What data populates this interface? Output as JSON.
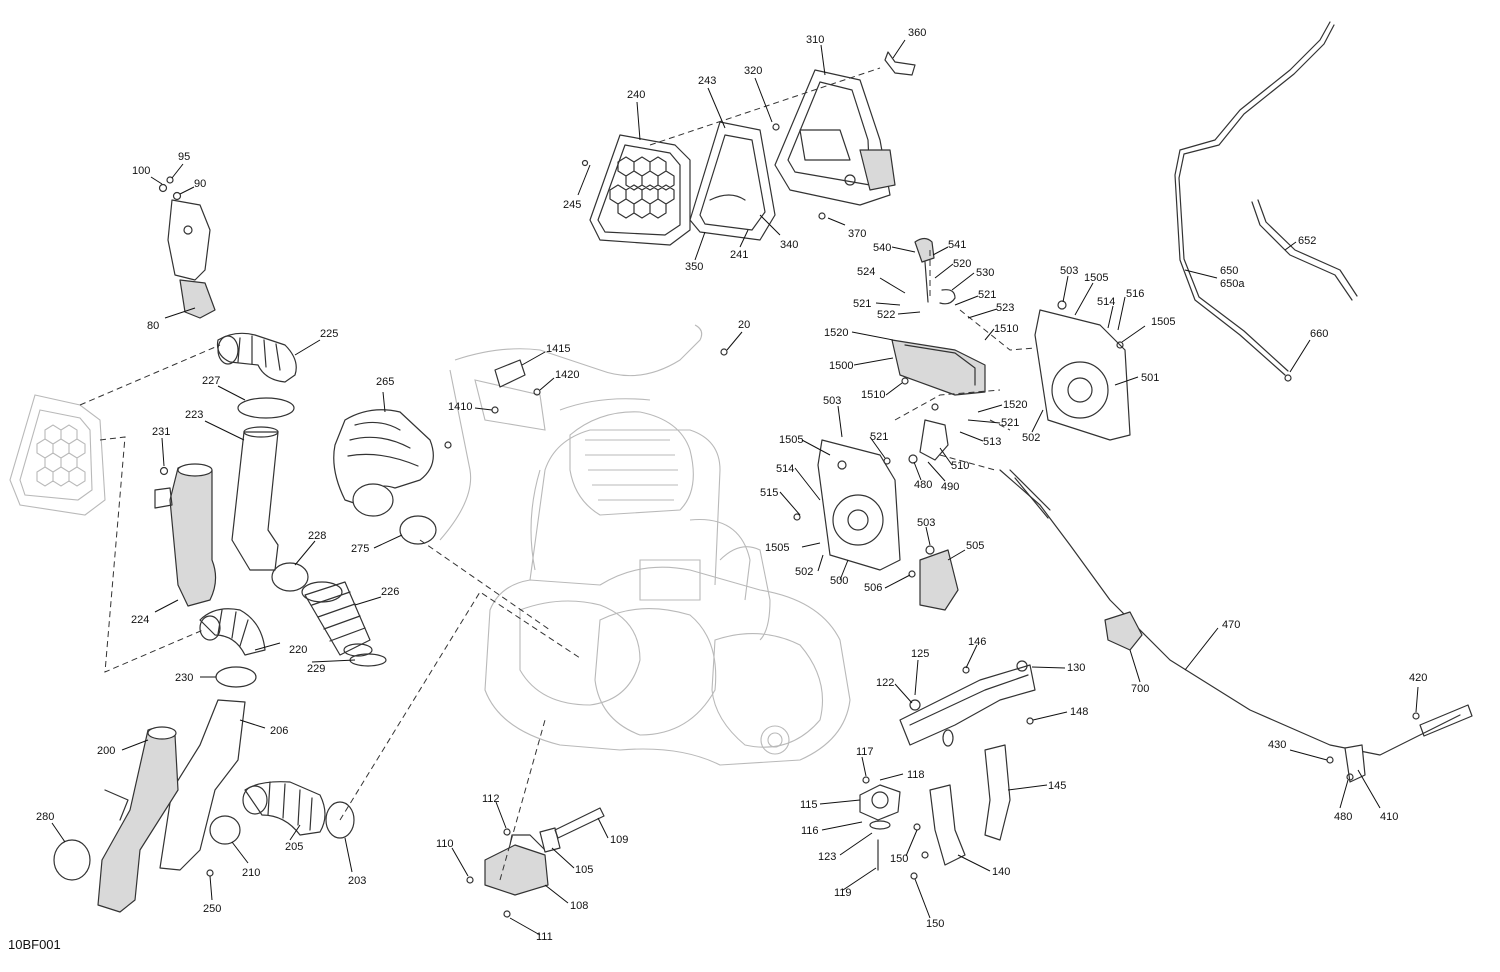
{
  "diagram": {
    "code": "10BF001",
    "callouts": [
      {
        "id": "c310",
        "text": "310"
      },
      {
        "id": "c360",
        "text": "360"
      },
      {
        "id": "c320",
        "text": "320"
      },
      {
        "id": "c243",
        "text": "243"
      },
      {
        "id": "c240",
        "text": "240"
      },
      {
        "id": "c245",
        "text": "245"
      },
      {
        "id": "c350",
        "text": "350"
      },
      {
        "id": "c241",
        "text": "241"
      },
      {
        "id": "c340",
        "text": "340"
      },
      {
        "id": "c370",
        "text": "370"
      },
      {
        "id": "c100",
        "text": "100"
      },
      {
        "id": "c95",
        "text": "95"
      },
      {
        "id": "c90",
        "text": "90"
      },
      {
        "id": "c80",
        "text": "80"
      },
      {
        "id": "c225",
        "text": "225"
      },
      {
        "id": "c227",
        "text": "227"
      },
      {
        "id": "c223",
        "text": "223"
      },
      {
        "id": "c231",
        "text": "231"
      },
      {
        "id": "c224",
        "text": "224"
      },
      {
        "id": "c228",
        "text": "228"
      },
      {
        "id": "c226",
        "text": "226"
      },
      {
        "id": "c220",
        "text": "220"
      },
      {
        "id": "c229",
        "text": "229"
      },
      {
        "id": "c230",
        "text": "230"
      },
      {
        "id": "c206",
        "text": "206"
      },
      {
        "id": "c200",
        "text": "200"
      },
      {
        "id": "c280",
        "text": "280"
      },
      {
        "id": "c205",
        "text": "205"
      },
      {
        "id": "c210",
        "text": "210"
      },
      {
        "id": "c203",
        "text": "203"
      },
      {
        "id": "c250",
        "text": "250"
      },
      {
        "id": "c265",
        "text": "265"
      },
      {
        "id": "c275",
        "text": "275"
      },
      {
        "id": "c1415",
        "text": "1415"
      },
      {
        "id": "c1420",
        "text": "1420"
      },
      {
        "id": "c1410",
        "text": "1410"
      },
      {
        "id": "c20",
        "text": "20"
      },
      {
        "id": "c540",
        "text": "540"
      },
      {
        "id": "c541",
        "text": "541"
      },
      {
        "id": "c520",
        "text": "520"
      },
      {
        "id": "c530",
        "text": "530"
      },
      {
        "id": "c524",
        "text": "524"
      },
      {
        "id": "c521a",
        "text": "521"
      },
      {
        "id": "c522",
        "text": "522"
      },
      {
        "id": "c521b",
        "text": "521"
      },
      {
        "id": "c523",
        "text": "523"
      },
      {
        "id": "c1520a",
        "text": "1520"
      },
      {
        "id": "c1510a",
        "text": "1510"
      },
      {
        "id": "c1500",
        "text": "1500"
      },
      {
        "id": "c1510b",
        "text": "1510"
      },
      {
        "id": "c1520b",
        "text": "1520"
      },
      {
        "id": "c521c",
        "text": "521"
      },
      {
        "id": "c513",
        "text": "513"
      },
      {
        "id": "c503a",
        "text": "503"
      },
      {
        "id": "c521d",
        "text": "521"
      },
      {
        "id": "c1505a",
        "text": "1505"
      },
      {
        "id": "c514a",
        "text": "514"
      },
      {
        "id": "c515",
        "text": "515"
      },
      {
        "id": "c1505b",
        "text": "1505"
      },
      {
        "id": "c502a",
        "text": "502"
      },
      {
        "id": "c500",
        "text": "500"
      },
      {
        "id": "c480a",
        "text": "480"
      },
      {
        "id": "c490",
        "text": "490"
      },
      {
        "id": "c510",
        "text": "510"
      },
      {
        "id": "c503b",
        "text": "503"
      },
      {
        "id": "c505",
        "text": "505"
      },
      {
        "id": "c506",
        "text": "506"
      },
      {
        "id": "c503c",
        "text": "503"
      },
      {
        "id": "c1505c",
        "text": "1505"
      },
      {
        "id": "c514b",
        "text": "514"
      },
      {
        "id": "c516",
        "text": "516"
      },
      {
        "id": "c1505d",
        "text": "1505"
      },
      {
        "id": "c501",
        "text": "501"
      },
      {
        "id": "c502b",
        "text": "502"
      },
      {
        "id": "c650",
        "text": "650"
      },
      {
        "id": "c650a",
        "text": "650a"
      },
      {
        "id": "c652",
        "text": "652"
      },
      {
        "id": "c660",
        "text": "660"
      },
      {
        "id": "c470",
        "text": "470"
      },
      {
        "id": "c700",
        "text": "700"
      },
      {
        "id": "c420",
        "text": "420"
      },
      {
        "id": "c430",
        "text": "430"
      },
      {
        "id": "c480b",
        "text": "480"
      },
      {
        "id": "c410",
        "text": "410"
      },
      {
        "id": "c146",
        "text": "146"
      },
      {
        "id": "c130",
        "text": "130"
      },
      {
        "id": "c125",
        "text": "125"
      },
      {
        "id": "c122",
        "text": "122"
      },
      {
        "id": "c148",
        "text": "148"
      },
      {
        "id": "c117",
        "text": "117"
      },
      {
        "id": "c118",
        "text": "118"
      },
      {
        "id": "c115",
        "text": "115"
      },
      {
        "id": "c116",
        "text": "116"
      },
      {
        "id": "c123",
        "text": "123"
      },
      {
        "id": "c119",
        "text": "119"
      },
      {
        "id": "c145",
        "text": "145"
      },
      {
        "id": "c150a",
        "text": "150"
      },
      {
        "id": "c140",
        "text": "140"
      },
      {
        "id": "c150b",
        "text": "150"
      },
      {
        "id": "c112",
        "text": "112"
      },
      {
        "id": "c109",
        "text": "109"
      },
      {
        "id": "c110",
        "text": "110"
      },
      {
        "id": "c105",
        "text": "105"
      },
      {
        "id": "c108",
        "text": "108"
      },
      {
        "id": "c111",
        "text": "111"
      }
    ]
  }
}
